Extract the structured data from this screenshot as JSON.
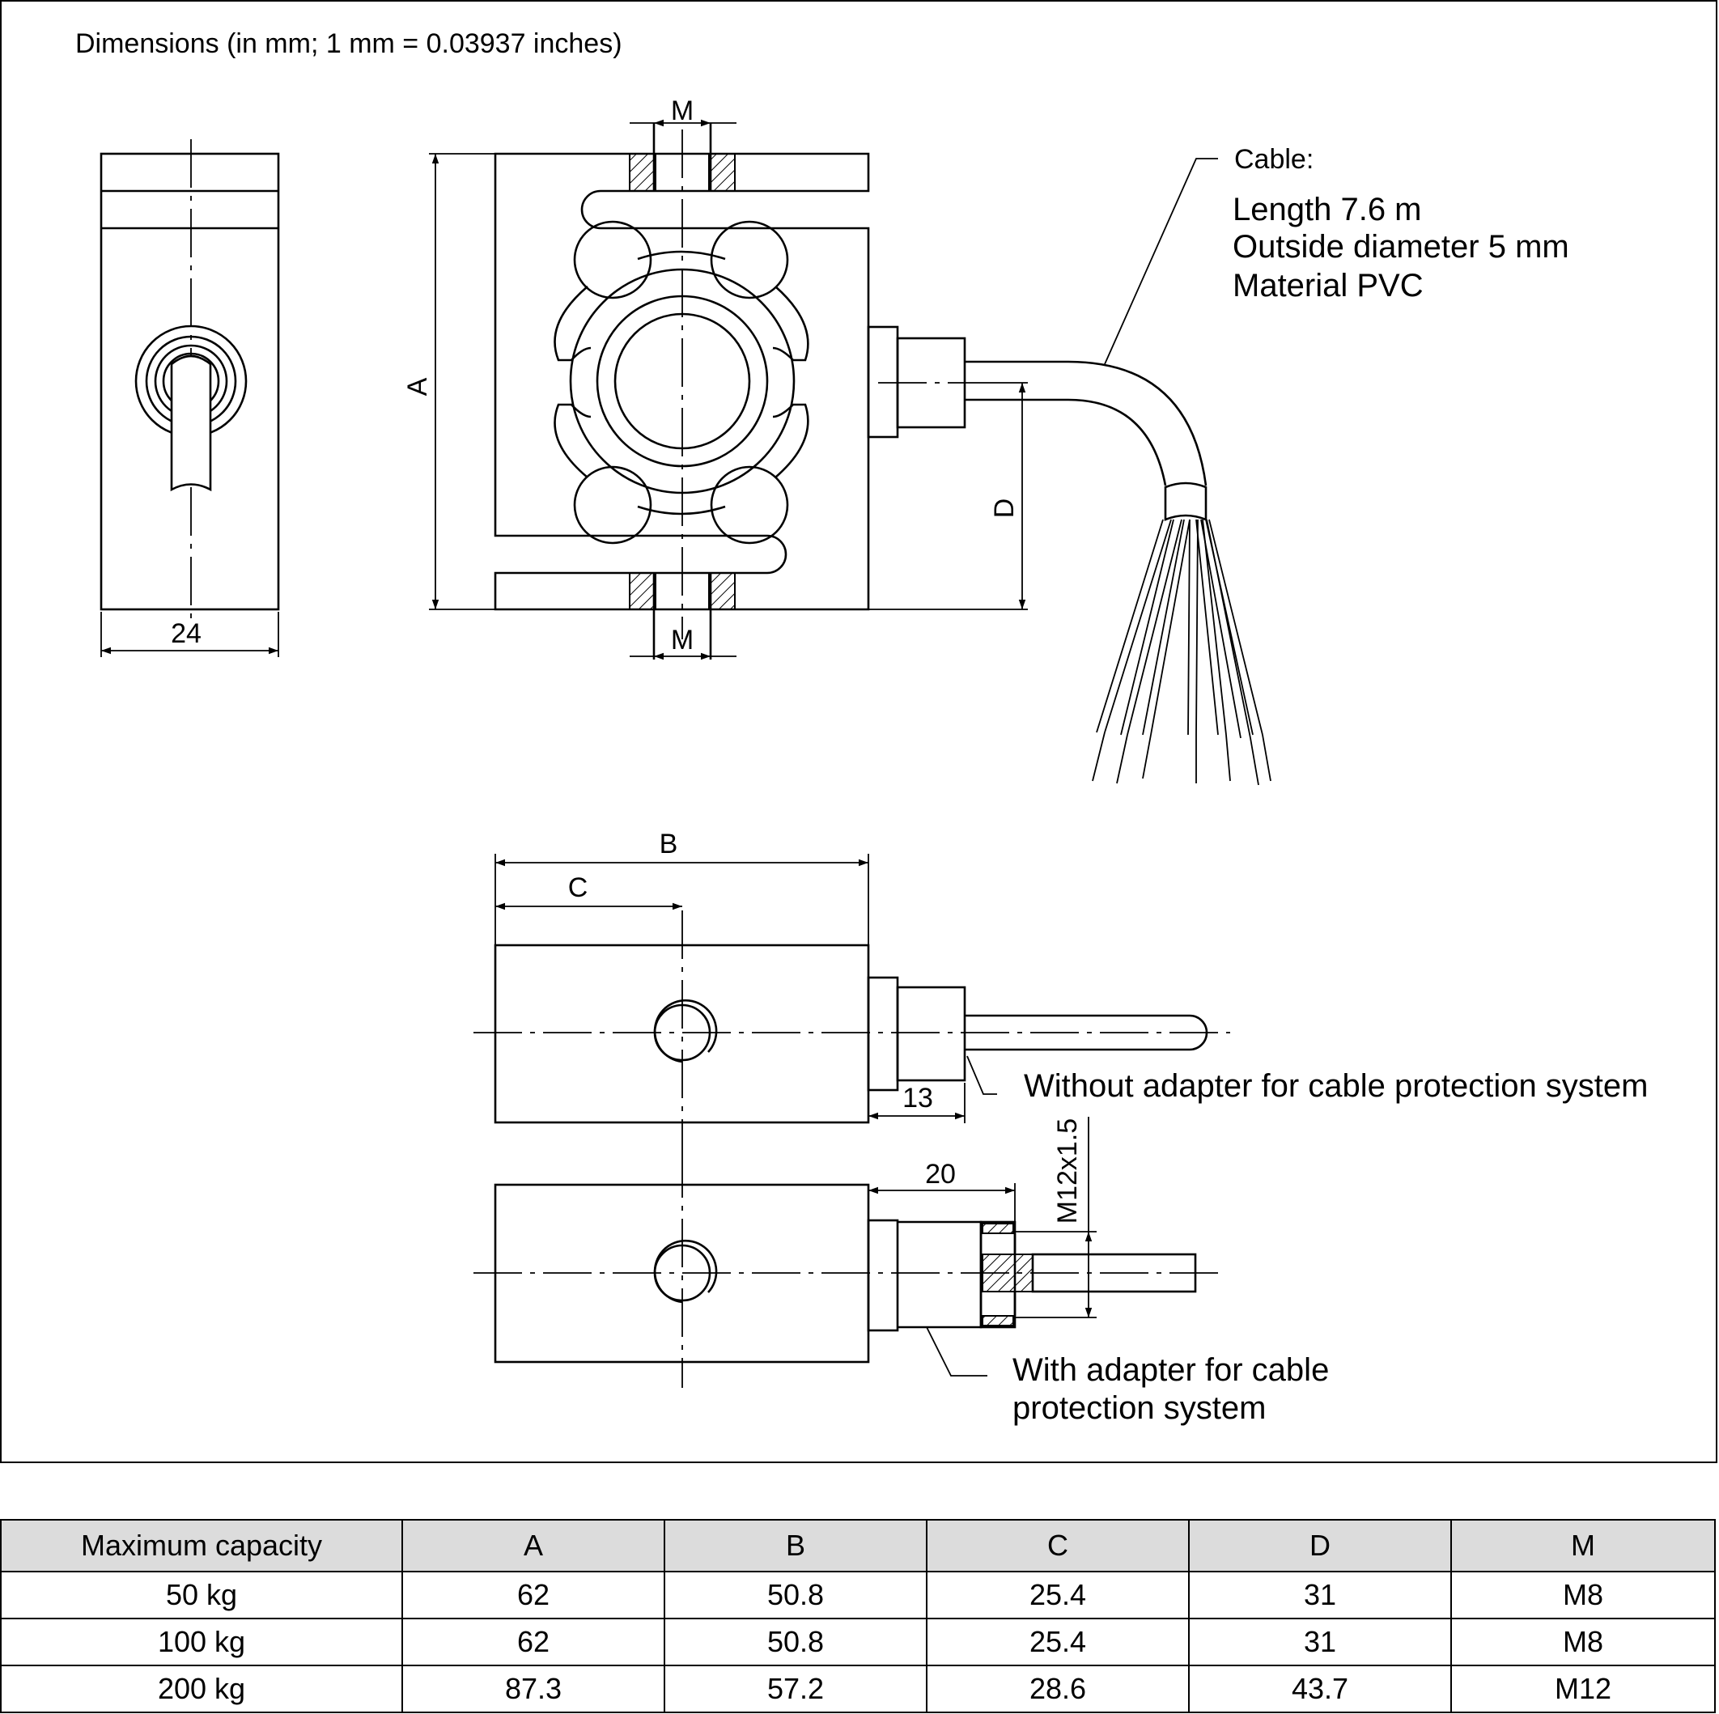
{
  "header": {
    "title": "Dimensions (in mm; 1 mm = 0.03937 inches)"
  },
  "cable": {
    "heading": "Cable:",
    "length": "Length 7.6 m",
    "diameter": "Outside diameter 5 mm",
    "material": "Material PVC"
  },
  "dims": {
    "width_24": "24",
    "label_a": "A",
    "label_b": "B",
    "label_c": "C",
    "label_d": "D",
    "label_m": "M",
    "dim_13": "13",
    "dim_20": "20",
    "thread": "M12x1.5"
  },
  "callouts": {
    "without_adapter": "Without adapter for cable protection system",
    "with_adapter_1": "With adapter for cable",
    "with_adapter_2": "protection system"
  },
  "table": {
    "headers": [
      "Maximum capacity",
      "A",
      "B",
      "C",
      "D",
      "M"
    ],
    "rows": [
      [
        "50 kg",
        "62",
        "50.8",
        "25.4",
        "31",
        "M8"
      ],
      [
        "100 kg",
        "62",
        "50.8",
        "25.4",
        "31",
        "M8"
      ],
      [
        "200 kg",
        "87.3",
        "57.2",
        "28.6",
        "43.7",
        "M12"
      ]
    ]
  }
}
